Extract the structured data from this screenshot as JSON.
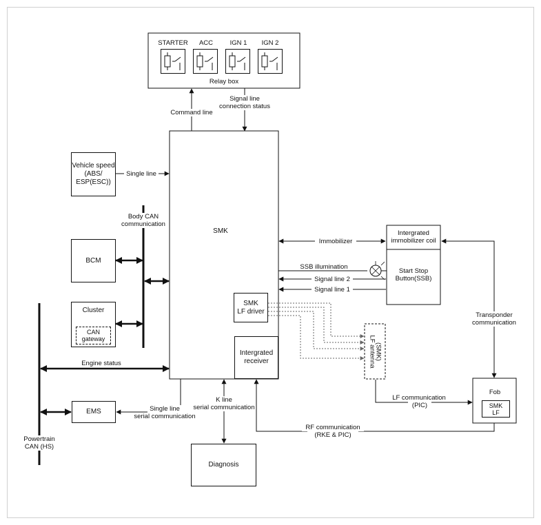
{
  "relay_box": {
    "title": "Relay box",
    "relays": [
      {
        "label": "STARTER"
      },
      {
        "label": "ACC"
      },
      {
        "label": "IGN 1"
      },
      {
        "label": "IGN 2"
      }
    ]
  },
  "labels": {
    "command_line": "Command line",
    "signal_line_conn_1": "Signal line",
    "signal_line_conn_2": "connection status",
    "single_line": "Single line",
    "body_can_1": "Body CAN",
    "body_can_2": "communication",
    "immobilizer": "Immobilizer",
    "ssb_illumination": "SSB illumination",
    "signal_line_2": "Signal line 2",
    "signal_line_1": "Signal line 1",
    "transponder_1": "Transponder",
    "transponder_2": "communication",
    "engine_status": "Engine status",
    "single_line_serial_1": "Single line",
    "single_line_serial_2": "serial communication",
    "k_line_1": "K line",
    "k_line_2": "serial communication",
    "lf_comm_1": "LF communication",
    "lf_comm_2": "(PIC)",
    "rf_comm_1": "RF communication",
    "rf_comm_2": "(RKE & PIC)",
    "powertrain_1": "Powertrain",
    "powertrain_2": "CAN (HS)"
  },
  "blocks": {
    "vehicle_speed_1": "Vehicle speed",
    "vehicle_speed_2": "(ABS/",
    "vehicle_speed_3": "ESP(ESC))",
    "bcm": "BCM",
    "cluster": "Cluster",
    "can_gateway_1": "CAN",
    "can_gateway_2": "gateway",
    "smk": "SMK",
    "smk_lf_driver_1": "SMK",
    "smk_lf_driver_2": "LF driver",
    "integrated_receiver_1": "Intergrated",
    "integrated_receiver_2": "receiver",
    "immobilizer_coil_1": "Intergrated",
    "immobilizer_coil_2": "immobilizer coil",
    "ssb_1": "Start Stop",
    "ssb_2": "Button(SSB)",
    "lf_antenna_1": "LF antenna",
    "lf_antenna_2": "(SMK)",
    "fob": "Fob",
    "fob_smk_1": "SMK",
    "fob_smk_2": "LF",
    "ems": "EMS",
    "diagnosis": "Diagnosis"
  }
}
